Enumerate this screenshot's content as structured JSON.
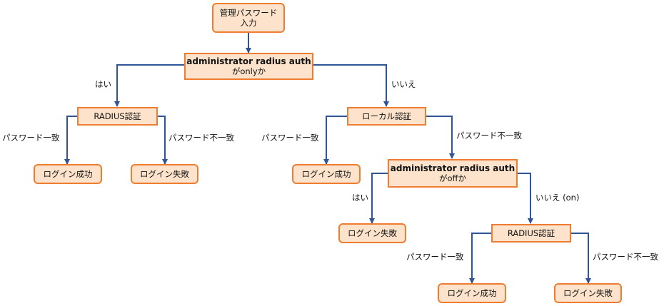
{
  "colors": {
    "box_fill": "#fde3cb",
    "box_border": "#ef7d31",
    "connector": "#2f5597",
    "text": "#111111"
  },
  "nodes": {
    "start": {
      "line1": "管理パスワード",
      "line2": "入力"
    },
    "admin_only": {
      "line1": "administrator radius auth",
      "line2": "がonlyか"
    },
    "radius_left": {
      "text": "RADIUS認証"
    },
    "login_ok_1": {
      "text": "ログイン成功"
    },
    "login_fail_1": {
      "text": "ログイン失敗"
    },
    "local_auth": {
      "text": "ローカル認証"
    },
    "login_ok_2": {
      "text": "ログイン成功"
    },
    "admin_off": {
      "line1": "administrator radius auth",
      "line2": "がoffか"
    },
    "login_fail_2": {
      "text": "ログイン失敗"
    },
    "radius_right": {
      "text": "RADIUS認証"
    },
    "login_ok_3": {
      "text": "ログイン成功"
    },
    "login_fail_3": {
      "text": "ログイン失敗"
    }
  },
  "labels": {
    "yes_1": "はい",
    "no_1": "いいえ",
    "pw_match_1": "パスワード一致",
    "pw_mismatch_1": "パスワード不一致",
    "pw_match_2": "パスワード一致",
    "pw_mismatch_2": "パスワード不一致",
    "yes_2": "はい",
    "no_on": "いいえ (on)",
    "pw_match_3": "パスワード一致",
    "pw_mismatch_3": "パスワード不一致"
  }
}
